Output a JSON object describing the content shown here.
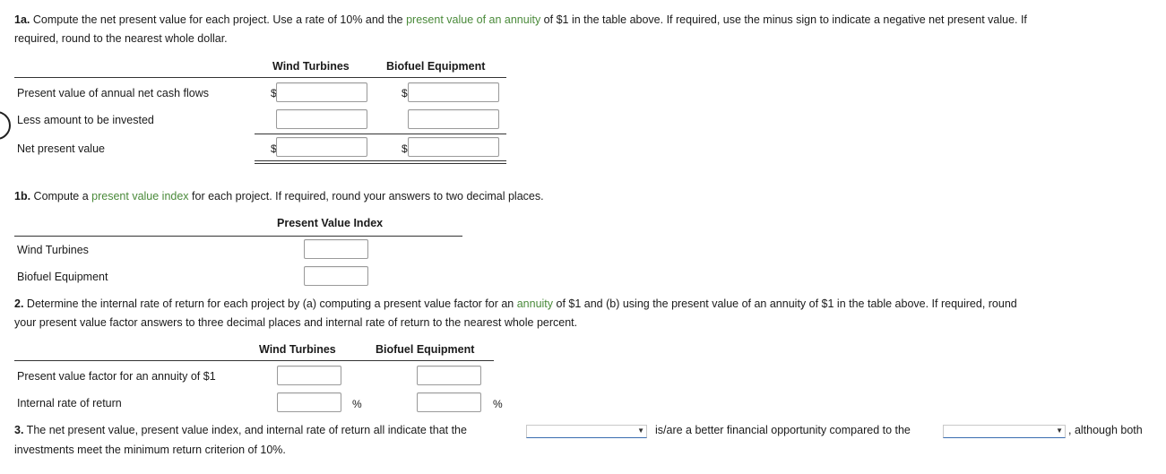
{
  "q1a": {
    "prefix": "1a.",
    "text1": " Compute the net present value for each project. Use a rate of 10% and the ",
    "link": "present value of an annuity",
    "text2": " of $1 in the table above. If required, use the minus sign to indicate a negative net present value. If",
    "text3": "required, round to the nearest whole dollar.",
    "col1": "Wind Turbines",
    "col2": "Biofuel Equipment",
    "rows": [
      {
        "label": "Present value of annual net cash flows",
        "prefix": "$",
        "value1": "",
        "value2": ""
      },
      {
        "label": "Less amount to be invested",
        "prefix": "",
        "value1": "",
        "value2": ""
      },
      {
        "label": "Net present value",
        "prefix": "$",
        "value1": "",
        "value2": ""
      }
    ]
  },
  "q1b": {
    "prefix": "1b.",
    "text1": " Compute a ",
    "link": "present value index",
    "text2": " for each project. If required, round your answers to two decimal places.",
    "col": "Present Value Index",
    "rows": [
      {
        "label": "Wind Turbines",
        "value": ""
      },
      {
        "label": "Biofuel Equipment",
        "value": ""
      }
    ]
  },
  "q2": {
    "prefix": "2.",
    "text1": " Determine the internal rate of return for each project by (a) computing a present value factor for an ",
    "link": "annuity",
    "text2": " of $1 and (b) using the present value of an annuity of $1 in the table above. If required, round",
    "text3": "your present value factor answers to three decimal places and internal rate of return to the nearest whole percent.",
    "col1": "Wind Turbines",
    "col2": "Biofuel Equipment",
    "rows": [
      {
        "label": "Present value factor for an annuity of $1",
        "suffix": "",
        "value1": "",
        "value2": ""
      },
      {
        "label": "Internal rate of return",
        "suffix": "%",
        "value1": "",
        "value2": ""
      }
    ]
  },
  "q3": {
    "prefix": "3.",
    "text1": " The net present value, present value index, and internal rate of return all indicate that the",
    "text2": "is/are a better financial opportunity compared to the",
    "text3": ", although both",
    "text4": "investments meet the minimum return criterion of 10%.",
    "select1": "",
    "select2": ""
  }
}
